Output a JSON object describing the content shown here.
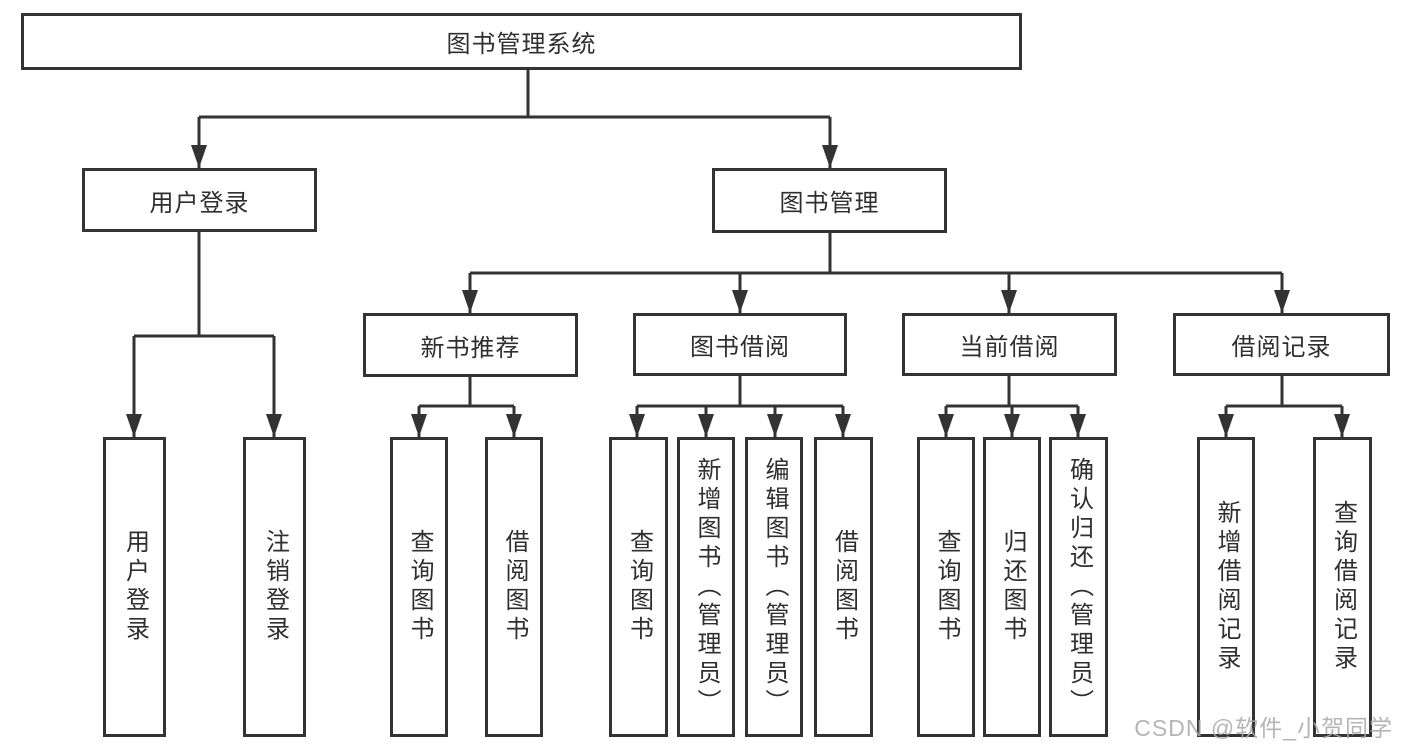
{
  "diagram": {
    "root": "图书管理系统",
    "user_login": {
      "label": "用户登录",
      "children": [
        "用户登录",
        "注销登录"
      ]
    },
    "book_management": {
      "label": "图书管理",
      "sections": {
        "new_book_recommend": {
          "label": "新书推荐",
          "children": [
            "查询图书",
            "借阅图书"
          ]
        },
        "book_borrowing": {
          "label": "图书借阅",
          "children": [
            "查询图书",
            "新增图书（管理员）",
            "编辑图书（管理员）",
            "借阅图书"
          ]
        },
        "current_borrowing": {
          "label": "当前借阅",
          "children": [
            "查询图书",
            "归还图书",
            "确认归还（管理员）"
          ]
        },
        "borrowing_records": {
          "label": "借阅记录",
          "children": [
            "新增借阅记录",
            "查询借阅记录"
          ]
        }
      }
    }
  },
  "colors": {
    "line": "#333333",
    "text": "#2f2f2f",
    "background": "#ffffff"
  },
  "watermark": "CSDN @软件_小贺同学"
}
